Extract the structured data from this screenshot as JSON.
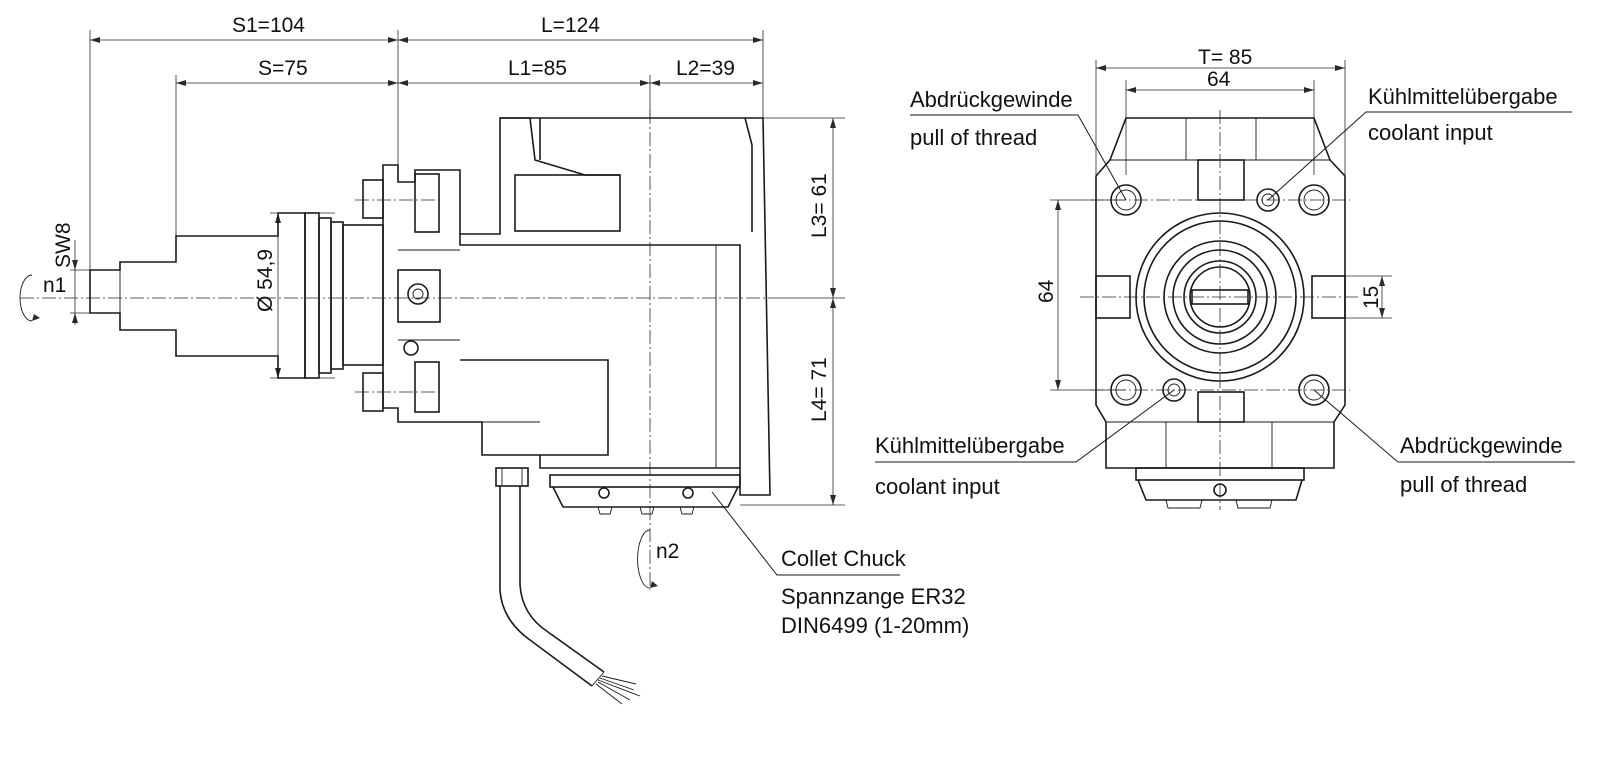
{
  "dimensions": {
    "s1": "S1=104",
    "l": "L=124",
    "s": "S=75",
    "l1": "L1=85",
    "l2": "L2=39",
    "l3": "L3= 61",
    "l4": "L4= 71",
    "diameter": "Ø 54,9",
    "sw": "SW8",
    "t": "T= 85",
    "width_inner": "64",
    "height_holes": "64",
    "slot": "15"
  },
  "rotation_labels": {
    "n1": "n1",
    "n2": "n2"
  },
  "callouts": {
    "collet_chuck": {
      "line1": "Collet Chuck",
      "line2": "Spannzange ER32",
      "line3": "DIN6499 (1-20mm)"
    },
    "pull_thread_top": {
      "de": "Abdrückgewinde",
      "en": "pull of thread"
    },
    "coolant_top": {
      "de": "Kühlmittelübergabe",
      "en": "coolant input"
    },
    "coolant_bottom": {
      "de": "Kühlmittelübergabe",
      "en": "coolant input"
    },
    "pull_thread_bottom": {
      "de": "Abdrückgewinde",
      "en": "pull of thread"
    }
  }
}
